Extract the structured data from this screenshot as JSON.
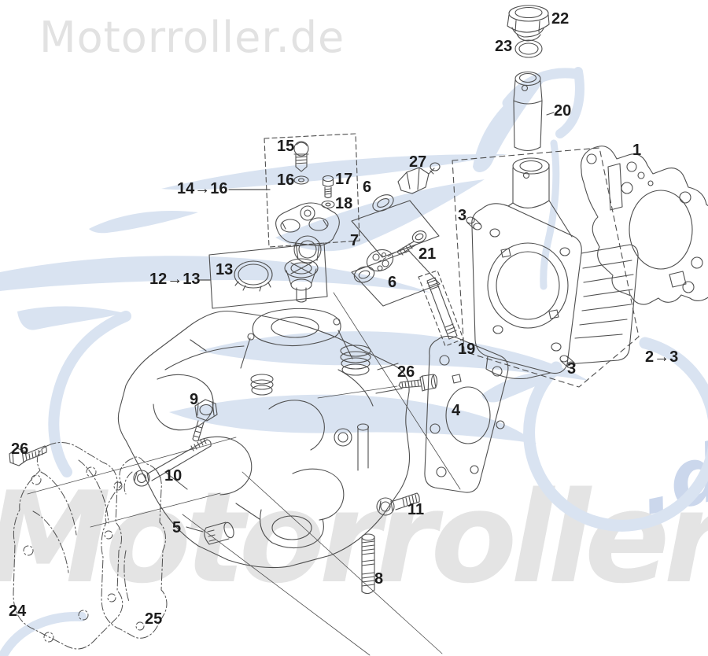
{
  "watermarks": {
    "header": "Motorroller.de",
    "footer_main": "Motorroller",
    "footer_tld": ".de"
  },
  "colors": {
    "line": "#4f4f4f",
    "swoosh_blue": "#d9e3f1",
    "watermark_gray": "#e3e3e3",
    "tld_blue": "#cbd7ec",
    "label_text": "#1d1d1d"
  },
  "diagram": {
    "type": "exploded-parts-diagram",
    "subject": "engine cylinder and cylinder head",
    "labels": [
      {
        "id": "22",
        "text": "22"
      },
      {
        "id": "23",
        "text": "23"
      },
      {
        "id": "20",
        "text": "20"
      },
      {
        "id": "1",
        "text": "1"
      },
      {
        "id": "27",
        "text": "27"
      },
      {
        "id": "15",
        "text": "15"
      },
      {
        "id": "16",
        "text": "16"
      },
      {
        "id": "17",
        "text": "17"
      },
      {
        "id": "18",
        "text": "18"
      },
      {
        "id": "14-16",
        "text": "14→16"
      },
      {
        "id": "6a",
        "text": "6"
      },
      {
        "id": "3a",
        "text": "3"
      },
      {
        "id": "7",
        "text": "7"
      },
      {
        "id": "21",
        "text": "21"
      },
      {
        "id": "12-13",
        "text": "12→13"
      },
      {
        "id": "13",
        "text": "13"
      },
      {
        "id": "6b",
        "text": "6"
      },
      {
        "id": "19",
        "text": "19"
      },
      {
        "id": "2-3",
        "text": "2→3"
      },
      {
        "id": "3b",
        "text": "3"
      },
      {
        "id": "26a",
        "text": "26"
      },
      {
        "id": "4",
        "text": "4"
      },
      {
        "id": "9",
        "text": "9"
      },
      {
        "id": "26b",
        "text": "26"
      },
      {
        "id": "10",
        "text": "10"
      },
      {
        "id": "5",
        "text": "5"
      },
      {
        "id": "11",
        "text": "11"
      },
      {
        "id": "8",
        "text": "8"
      },
      {
        "id": "24",
        "text": "24"
      },
      {
        "id": "25",
        "text": "25"
      }
    ]
  }
}
